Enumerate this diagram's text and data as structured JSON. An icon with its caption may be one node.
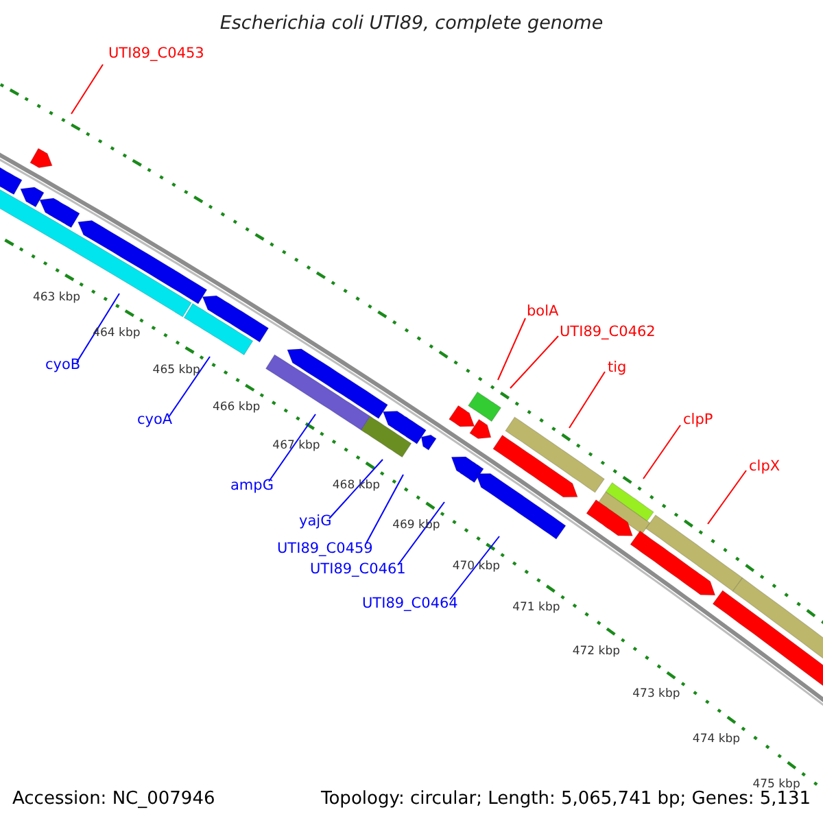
{
  "diagram": {
    "title": "Escherichia coli UTI89, complete genome",
    "nodes": [
      {
        "text": [
          "UTI89_C0453"
        ]
      },
      {
        "text": [
          "bolA"
        ]
      },
      {
        "text": [
          "UTI89_C0462"
        ]
      },
      {
        "text": [
          "tig"
        ]
      },
      {
        "text": [
          "clpP"
        ]
      },
      {
        "text": [
          "clpX"
        ]
      },
      {
        "text": [
          "cyoB"
        ]
      },
      {
        "text": [
          "cyoA"
        ]
      },
      {
        "text": [
          "ampG"
        ]
      },
      {
        "text": [
          "yajG"
        ]
      },
      {
        "text": [
          "UTI89_C0459"
        ]
      },
      {
        "text": [
          "UTI89_C0461"
        ]
      },
      {
        "text": [
          "UTI89_C0464"
        ]
      }
    ],
    "edges": [
      {
        "from": 0,
        "to": null,
        "arrow": "none",
        "color": "#ff0000"
      },
      {
        "from": 1,
        "to": null,
        "arrow": "none",
        "color": "#ff0000"
      },
      {
        "from": 2,
        "to": null,
        "arrow": "none",
        "color": "#ff0000"
      },
      {
        "from": 3,
        "to": null,
        "arrow": "none",
        "color": "#ff0000"
      },
      {
        "from": 4,
        "to": null,
        "arrow": "none",
        "color": "#ff0000"
      },
      {
        "from": 5,
        "to": null,
        "arrow": "none",
        "color": "#ff0000"
      },
      {
        "from": 6,
        "to": null,
        "arrow": "none"
      },
      {
        "from": 7,
        "to": null,
        "arrow": "none"
      },
      {
        "from": 8,
        "to": null,
        "arrow": "none"
      },
      {
        "from": 9,
        "to": null,
        "arrow": "none"
      },
      {
        "from": 10,
        "to": null,
        "arrow": "none"
      },
      {
        "from": 11,
        "to": null,
        "arrow": "none"
      },
      {
        "from": 12,
        "to": null,
        "arrow": "none"
      }
    ],
    "labels": [
      "463 kbp",
      "464 kbp",
      "465 kbp",
      "466 kbp",
      "467 kbp",
      "468 kbp",
      "469 kbp",
      "470 kbp",
      "471 kbp",
      "472 kbp",
      "473 kbp",
      "474 kbp",
      "475 kbp",
      "Accession: NC_007946",
      "Topology: circular; Length: 5,065,741 bp; Genes: 5,131"
    ]
  }
}
